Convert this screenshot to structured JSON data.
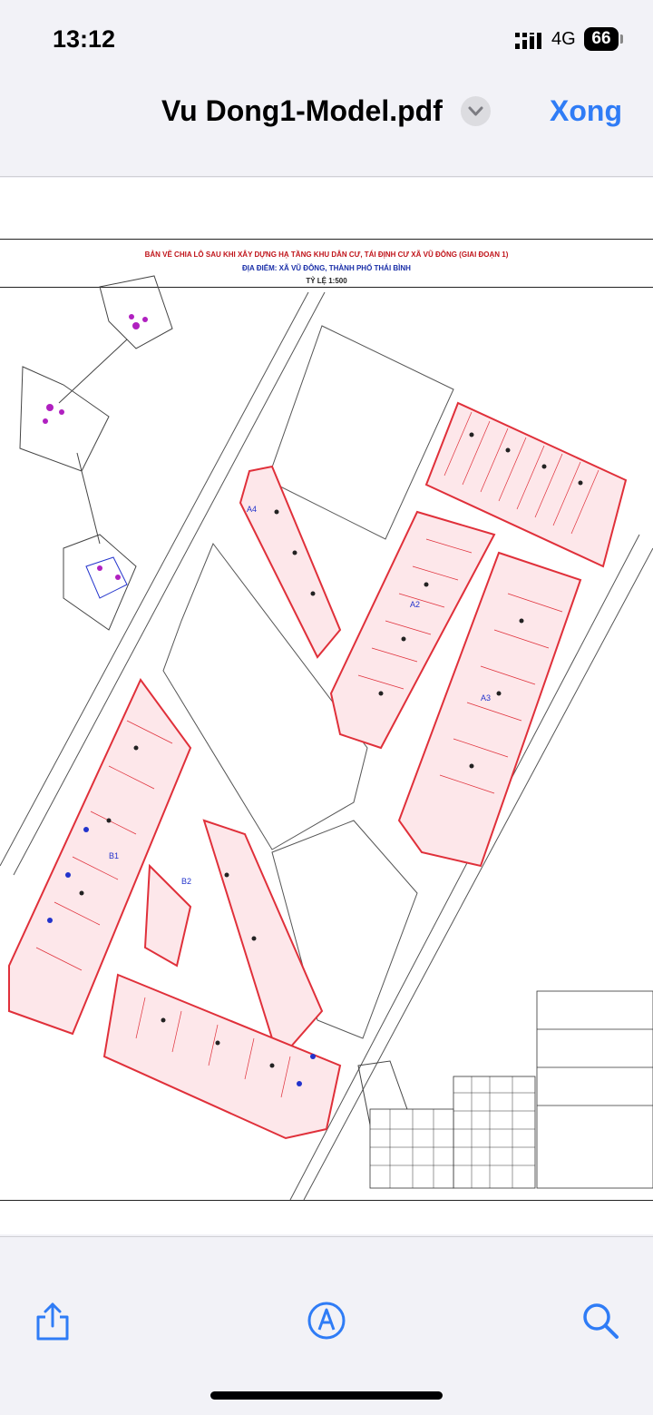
{
  "status": {
    "time": "13:12",
    "network": "4G",
    "battery": "66"
  },
  "nav": {
    "title": "Vu Dong1-Model.pdf",
    "done_label": "Xong"
  },
  "document": {
    "title_line_1": "BẢN VẼ CHIA LÔ SAU KHI XÂY DỰNG HẠ TẦNG KHU DÂN CƯ, TÁI ĐỊNH CƯ XÃ VŨ ĐÔNG (GIAI ĐOẠN 1)",
    "title_line_2": "ĐỊA ĐIỂM: XÃ VŨ ĐÔNG, THÀNH PHỐ THÁI BÌNH",
    "title_line_3": "TỶ LỆ 1:500",
    "block_labels": [
      "A4",
      "A2",
      "A3",
      "B1",
      "B2"
    ]
  },
  "toolbar": {
    "share_icon": "share-icon",
    "markup_icon": "markup-icon",
    "search_icon": "search-icon"
  },
  "colors": {
    "accent": "#2f7cf6",
    "plan_red": "#e0303a",
    "plan_blue": "#2233cc"
  }
}
